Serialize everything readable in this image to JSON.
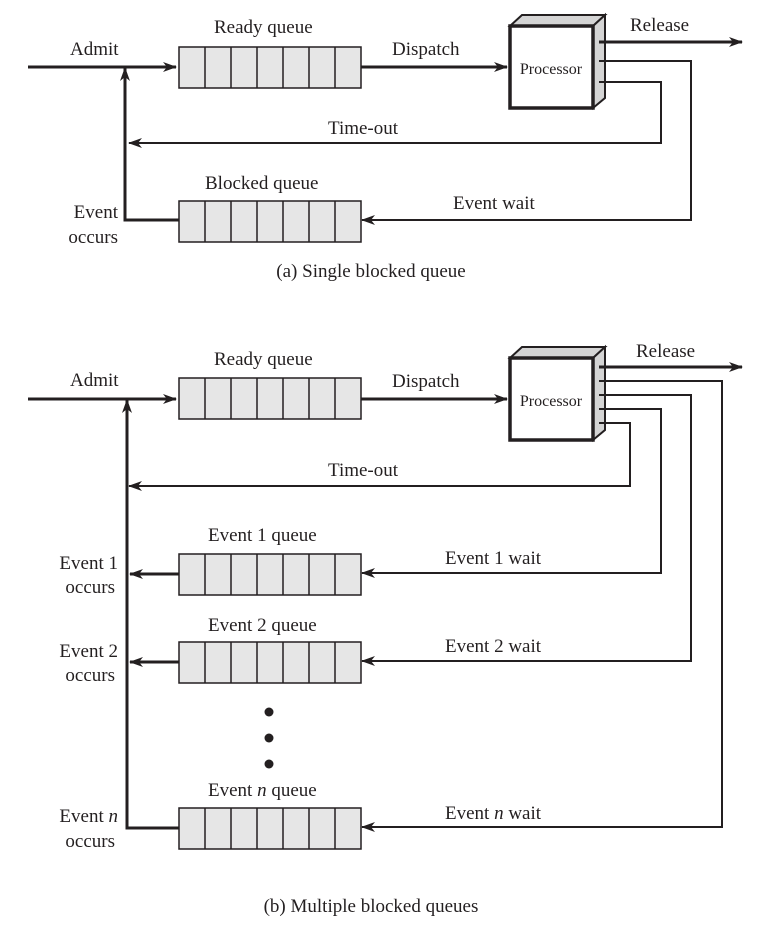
{
  "diagram_a": {
    "caption": "(a) Single blocked queue",
    "admit": "Admit",
    "ready_queue": "Ready queue",
    "dispatch": "Dispatch",
    "processor": "Processor",
    "release": "Release",
    "timeout": "Time-out",
    "blocked_queue": "Blocked queue",
    "event_wait": "Event wait",
    "event_occurs_line1": "Event",
    "event_occurs_line2": "occurs"
  },
  "diagram_b": {
    "caption": "(b) Multiple blocked queues",
    "admit": "Admit",
    "ready_queue": "Ready queue",
    "dispatch": "Dispatch",
    "processor": "Processor",
    "release": "Release",
    "timeout": "Time-out",
    "event_queues": [
      {
        "queue": "Event 1 queue",
        "wait": "Event 1 wait",
        "occurs_line1": "Event 1",
        "occurs_line2": "occurs"
      },
      {
        "queue": "Event 2 queue",
        "wait": "Event 2 wait",
        "occurs_line1": "Event 2",
        "occurs_line2": "occurs"
      },
      {
        "queue_prefix": "Event ",
        "queue_n": "n",
        "queue_suffix": " queue",
        "wait_prefix": "Event ",
        "wait_n": "n",
        "wait_suffix": " wait",
        "occurs_prefix": "Event ",
        "occurs_n": "n",
        "occurs_line2": "occurs"
      }
    ]
  },
  "queue_cells": 7,
  "colors": {
    "ink": "#231f20",
    "queue_fill": "#e6e6e6",
    "processor_side": "#d4d4d4"
  }
}
